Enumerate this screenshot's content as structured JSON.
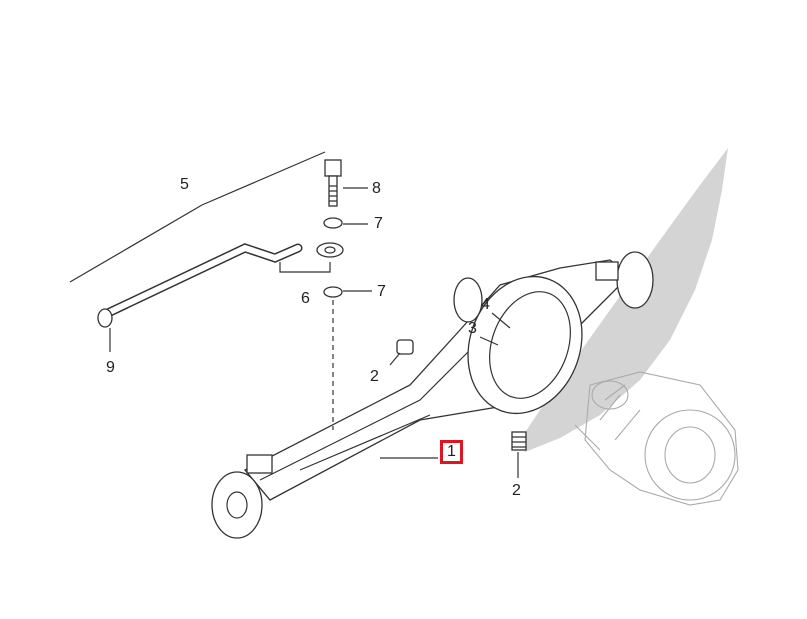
{
  "diagram": {
    "highlight_color": "#e0161f",
    "callouts": [
      {
        "id": "c5",
        "label": "5"
      },
      {
        "id": "c8",
        "label": "8"
      },
      {
        "id": "c7a",
        "label": "7"
      },
      {
        "id": "c7b",
        "label": "7"
      },
      {
        "id": "c6",
        "label": "6"
      },
      {
        "id": "c9",
        "label": "9"
      },
      {
        "id": "c4",
        "label": "4"
      },
      {
        "id": "c3",
        "label": "3"
      },
      {
        "id": "c2a",
        "label": "2"
      },
      {
        "id": "c2b",
        "label": "2"
      },
      {
        "id": "c1",
        "label": "1",
        "highlighted": true
      }
    ]
  }
}
